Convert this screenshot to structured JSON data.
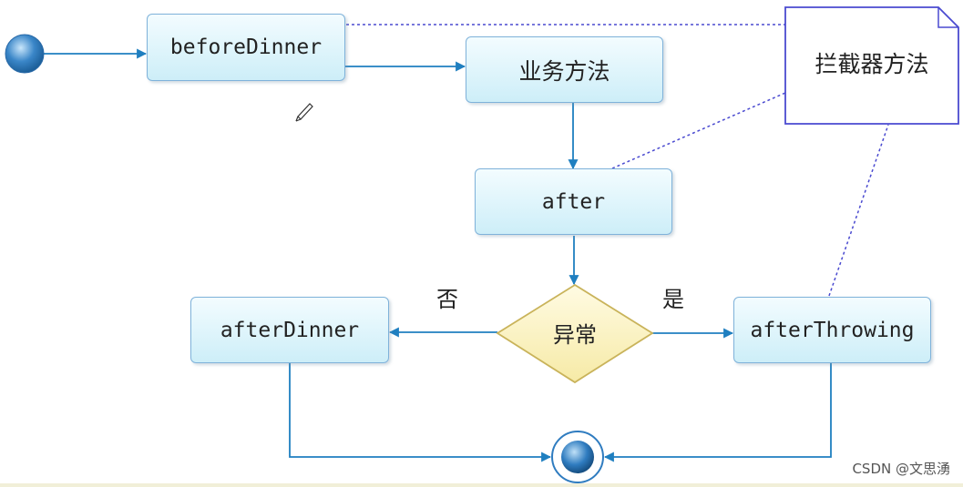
{
  "nodes": {
    "before_dinner": "beforeDinner",
    "business_method": "业务方法",
    "after": "after",
    "exception_decision": "异常",
    "after_dinner": "afterDinner",
    "after_throwing": "afterThrowing"
  },
  "edge_labels": {
    "no": "否",
    "yes": "是"
  },
  "note": {
    "text": "拦截器方法"
  },
  "watermark": "CSDN @文思湧",
  "colors": {
    "activity_border": "#7fb2da",
    "activity_fill_top": "#f3fcff",
    "activity_fill_bottom": "#cdeef8",
    "decision_fill": "#fff6c8",
    "decision_border": "#c9b35a",
    "connector": "#1f7fc0",
    "note_link": "#4a4ad0",
    "start_node": "#3a86c8"
  },
  "icons": [
    "pencil-cursor-icon",
    "start-node-icon",
    "end-node-icon"
  ]
}
